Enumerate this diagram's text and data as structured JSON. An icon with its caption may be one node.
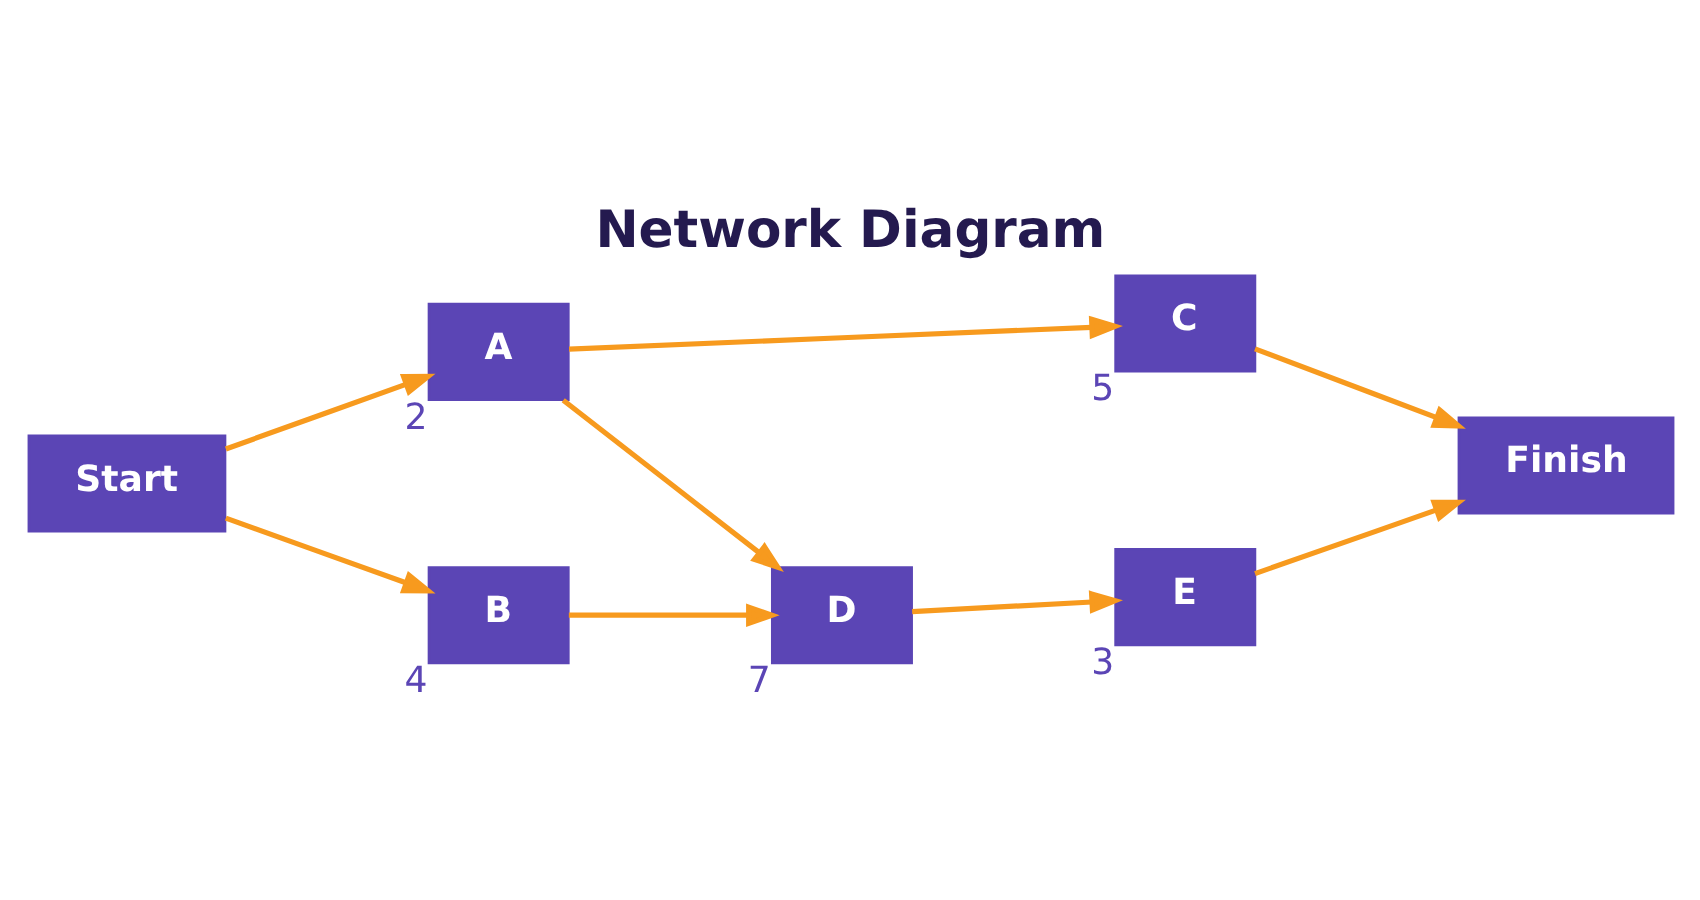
{
  "diagram": {
    "title": "Network Diagram",
    "nodes": [
      {
        "text": [
          "Start"
        ]
      },
      {
        "text": [
          "A"
        ],
        "beside": [
          "2"
        ]
      },
      {
        "text": [
          "B"
        ],
        "beside": [
          "4"
        ]
      },
      {
        "text": [
          "C"
        ],
        "beside": [
          "5"
        ]
      },
      {
        "text": [
          "D"
        ],
        "beside": [
          "7"
        ]
      },
      {
        "text": [
          "E"
        ],
        "beside": [
          "3"
        ]
      },
      {
        "text": [
          "Finish"
        ]
      }
    ],
    "edges": [
      {
        "from": 0,
        "to": 1,
        "arrow": "to"
      },
      {
        "from": 0,
        "to": 2,
        "arrow": "to"
      },
      {
        "from": 1,
        "to": 3,
        "arrow": "to"
      },
      {
        "from": 1,
        "to": 4,
        "arrow": "to"
      },
      {
        "from": 2,
        "to": 4,
        "arrow": "to"
      },
      {
        "from": 3,
        "to": 6,
        "arrow": "to"
      },
      {
        "from": 4,
        "to": 5,
        "arrow": "to"
      },
      {
        "from": 5,
        "to": 6,
        "arrow": "to"
      }
    ]
  }
}
